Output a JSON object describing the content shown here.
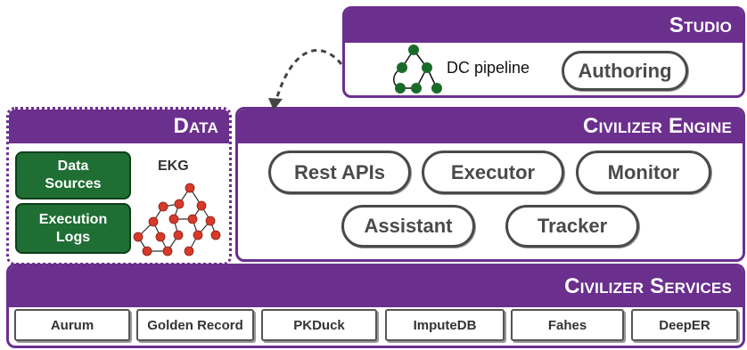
{
  "studio": {
    "title": "Studio",
    "pipeline_label": "DC pipeline",
    "authoring_label": "Authoring"
  },
  "data_panel": {
    "title": "Data",
    "ekg_label": "EKG",
    "sources": [
      "Data",
      "Sources"
    ],
    "logs": [
      "Execution",
      "Logs"
    ]
  },
  "engine": {
    "title": "Civilizer Engine",
    "components": [
      "Rest APIs",
      "Executor",
      "Monitor",
      "Assistant",
      "Tracker"
    ]
  },
  "services": {
    "title": "Civilizer Services",
    "items": [
      "Aurum",
      "Golden Record",
      "PKDuck",
      "ImputeDB",
      "Fahes",
      "DeepER"
    ]
  },
  "colors": {
    "purple": "#6b2f8e",
    "green": "#1f6e33",
    "node_red": "#d63a2a",
    "node_green": "#1a6b2a"
  },
  "icons": {
    "pipeline": "tree-icon",
    "ekg": "graph-icon",
    "flow": "dashed-arrow-icon"
  }
}
